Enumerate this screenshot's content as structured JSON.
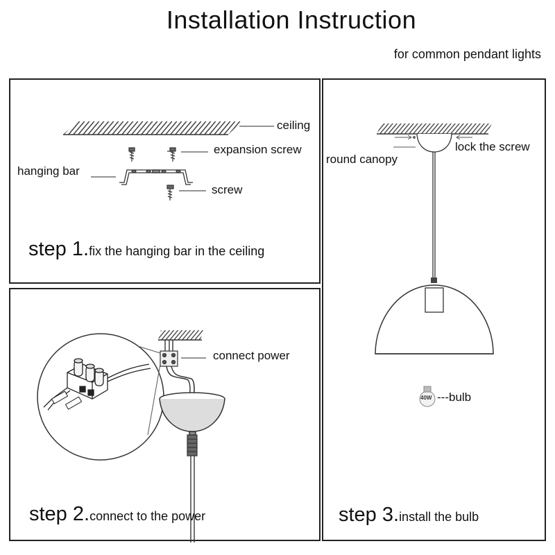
{
  "header": {
    "title": "Installation Instruction",
    "subtitle": "for common pendant lights"
  },
  "step1": {
    "number": "step 1.",
    "text": "fix the hanging bar in the ceiling",
    "labels": {
      "ceiling": "ceiling",
      "expansion_screw": "expansion screw",
      "hanging_bar": "hanging bar",
      "screw": "screw"
    }
  },
  "step2": {
    "number": "step 2.",
    "text": "connect to the power",
    "labels": {
      "connect_power": "connect power"
    }
  },
  "step3": {
    "number": "step 3.",
    "text": "install the bulb",
    "labels": {
      "lock_the_screw": "lock the screw",
      "round_canopy": "round canopy",
      "bulb": "---bulb",
      "bulb_wattage": "40W"
    }
  },
  "colors": {
    "line": "#333333",
    "frame": "#222222"
  }
}
